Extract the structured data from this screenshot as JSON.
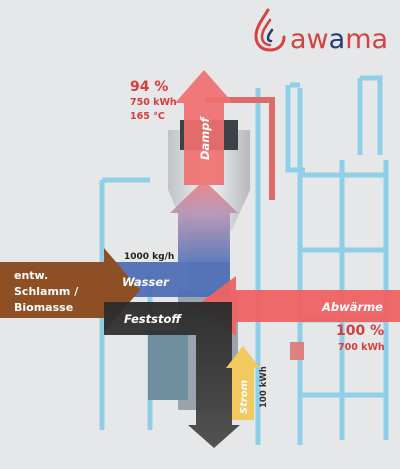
{
  "brand": {
    "name": "awama",
    "name_part1": "aw",
    "name_part2": "a",
    "name_part3": "ma",
    "colors": {
      "red": "#d64141",
      "blue": "#243a78"
    }
  },
  "steam": {
    "percent": "94 %",
    "energy": "750 kWh",
    "temperature": "165 °C",
    "label": "Dampf"
  },
  "water": {
    "flow": "1000 kg/h",
    "label": "Wasser"
  },
  "input": {
    "line1": "entw.",
    "line2": "Schlamm /",
    "line3": "Biomasse"
  },
  "solids": {
    "label": "Feststoff"
  },
  "waste_heat": {
    "label": "Abwärme",
    "percent": "100 %",
    "energy": "700 kWh"
  },
  "power": {
    "label": "Strom",
    "energy": "100 kWh"
  },
  "colors": {
    "steam": "#f07070",
    "water": "#4f6fb5",
    "input": "#8e4f24",
    "solids": "#2b2b2b",
    "heat": "#ee6363",
    "power": "#f2c860",
    "frame": "#8fcfe8",
    "pipe_red": "#dd6b6b",
    "text_red": "#d83c3c"
  }
}
